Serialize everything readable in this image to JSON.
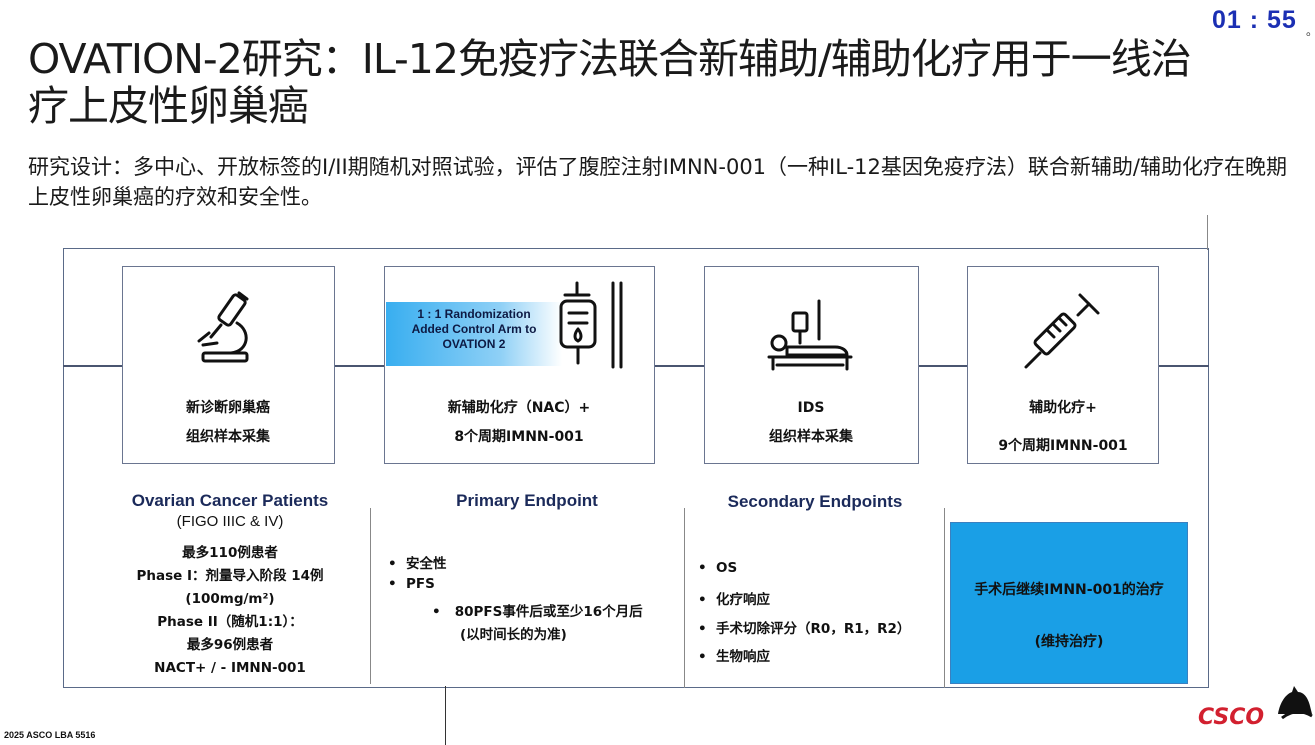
{
  "timer": "01 : 55",
  "timer_suffix": "。",
  "title": "OVATION-2研究：IL-12免疫疗法联合新辅助/辅助化疗用于一线治疗上皮性卵巢癌",
  "design": "研究设计：多中心、开放标签的I/II期随机对照试验，评估了腹腔注射IMNN-001（一种IL-12基因免疫疗法）联合新辅助/辅助化疗在晚期上皮性卵巢癌的疗效和安全性。",
  "flow": {
    "randomization": [
      "1 : 1 Randomization",
      "Added Control Arm to",
      "OVATION 2"
    ],
    "steps": [
      {
        "icon": "microscope-icon",
        "lines": [
          "新诊断卵巢癌",
          "组织样本采集"
        ]
      },
      {
        "icon": "iv-bag-icon",
        "lines": [
          "新辅助化疗（NAC）+",
          "8个周期IMNN-001"
        ]
      },
      {
        "icon": "hospital-bed-icon",
        "lines": [
          "IDS",
          "组织样本采集"
        ]
      },
      {
        "icon": "syringe-icon",
        "lines": [
          "辅助化疗+",
          "9个周期IMNN-001"
        ]
      }
    ]
  },
  "patients": {
    "heading": "Ovarian Cancer Patients",
    "subheading": "(FIGO IIIC & IV)",
    "lines": [
      "最多110例患者",
      "Phase I：剂量导入阶段 14例",
      "(100mg/m²)",
      "Phase II（随机1:1）：",
      "最多96例患者",
      "NACT+ / - IMNN-001"
    ]
  },
  "primary": {
    "heading": "Primary Endpoint",
    "bullets": [
      "安全性",
      "PFS"
    ],
    "sub_bullet": [
      "80PFS事件后或至少16个月后",
      "(以时间长的为准)"
    ]
  },
  "secondary": {
    "heading": "Secondary Endpoints",
    "bullets": [
      "OS",
      "化疗响应",
      "手术切除评分（R0，R1，R2）",
      "生物响应"
    ]
  },
  "maintenance": {
    "line1": "手术后继续IMNN-001的治疗",
    "line2": "(维持治疗)"
  },
  "footer": "2025 ASCO LBA 5516",
  "logo_text": "CSCO",
  "colors": {
    "timer": "#1b2fb3",
    "randomization_banner": "#38aef0",
    "maintenance_box": "#1a9fe6",
    "logo_red": "#d2202f"
  }
}
